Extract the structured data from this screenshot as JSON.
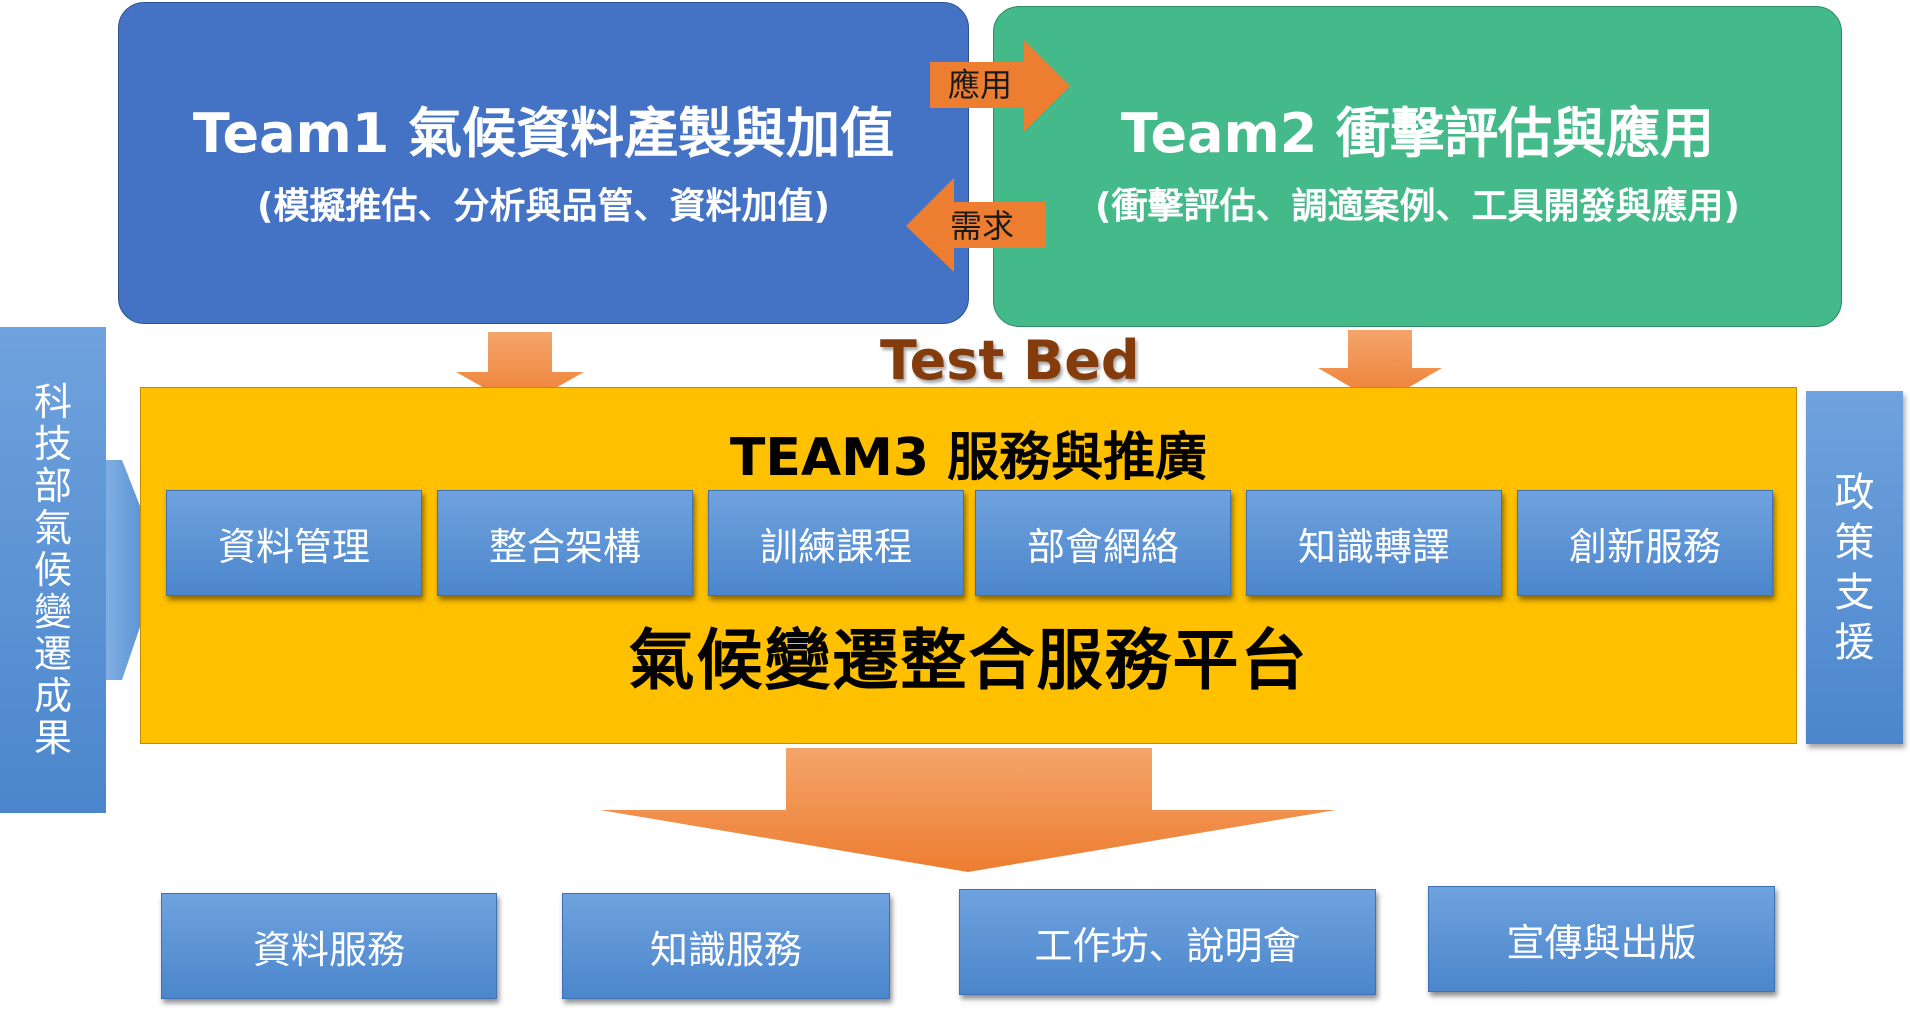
{
  "team1": {
    "title": "Team1 氣候資料產製與加值",
    "subtitle": "(模擬推估、分析與品管、資料加值)"
  },
  "team2": {
    "title": "Team2 衝擊評估與應用",
    "subtitle": "(衝擊評估、調適案例、工具開發與應用)"
  },
  "exchange": {
    "to_team2": "應用",
    "to_team1": "需求"
  },
  "test_bed": "Test Bed",
  "platform": {
    "team3_title": "TEAM3 服務與推廣",
    "services": [
      "資料管理",
      "整合架構",
      "訓練課程",
      "部會網絡",
      "知識轉譯",
      "創新服務"
    ],
    "name": "氣候變遷整合服務平台"
  },
  "left_input": "科技部氣候變遷成果",
  "right_label": "政策支援",
  "outputs": [
    "資料服務",
    "知識服務",
    "工作坊、說明會",
    "宣傳與出版"
  ],
  "colors": {
    "team1": "#4472C4",
    "team2": "#44B98A",
    "platform": "#FFC000",
    "arrow": "#ED7D31",
    "box": "#5B9BD5",
    "test_bed_text": "#843C0C"
  }
}
